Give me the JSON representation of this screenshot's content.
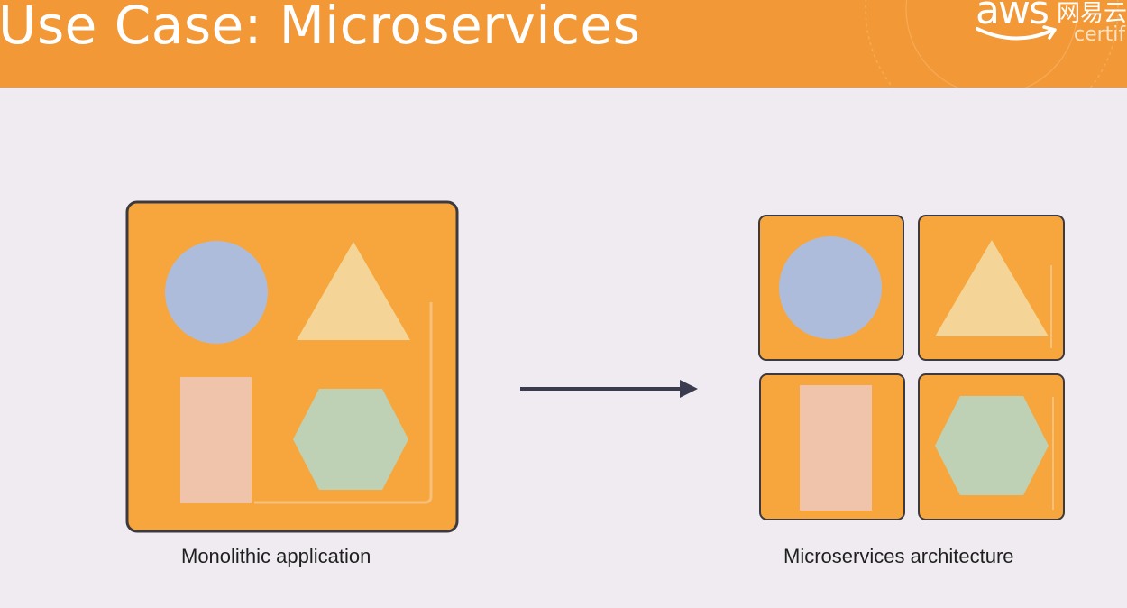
{
  "header": {
    "title": "Use Case: Microservices",
    "logo": {
      "brand_text": "aws",
      "overlay_text": "网易云",
      "sub_text": "certif",
      "icon": "aws-smile-icon"
    },
    "colors": {
      "header_bg": "#f29836",
      "text": "#ffffff"
    }
  },
  "diagram": {
    "left_caption": "Monolithic application",
    "right_caption": "Microservices architecture",
    "arrow_icon": "right-arrow-icon",
    "shapes": [
      "circle",
      "triangle",
      "rectangle",
      "hexagon"
    ],
    "colors": {
      "box_fill": "#f6a63c",
      "box_border": "#3c3a3f",
      "circle": "#aebcdc",
      "triangle": "#f4d597",
      "rectangle": "#f0c4aa",
      "hexagon": "#bed1b4",
      "arrow": "#3a3b4f"
    }
  }
}
